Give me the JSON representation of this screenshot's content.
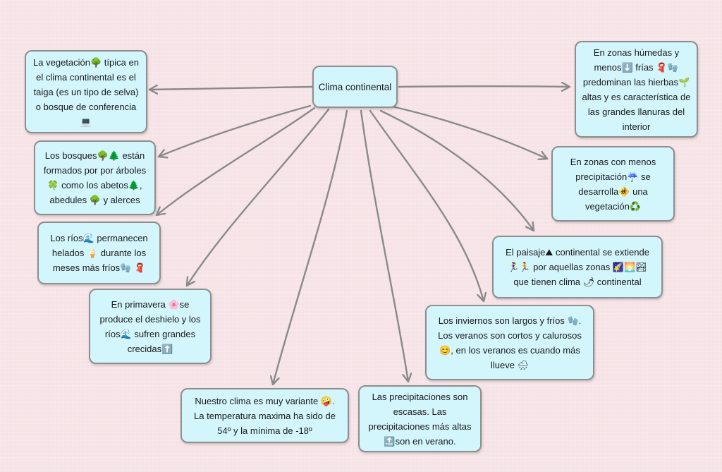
{
  "center": {
    "label": "Clima continental"
  },
  "nodes": [
    {
      "text": "La vegetación🌳 típica en\nel clima continental es el\ntaiga (es un tipo de selva)\no bosque de conferencia\n💻"
    },
    {
      "text": "Los bosques🌳🌲 están\nformados por por árboles\n🍀 como los abetos🌲,\nabedules 🌳 y alerces"
    },
    {
      "text": "Los ríos🌊 permanecen\nhelados 🍦 durante los\nmeses más fríos🧤 🧣"
    },
    {
      "text": "En primavera 🌸se\nproduce el deshielo y los\nríos🌊 sufren grandes\ncrecidas⬆️"
    },
    {
      "text": "Nuestro clima es muy variante 🤪.\nLa temperatura maxima ha sido de\n54º y la mínima de -18º"
    },
    {
      "text": "Las precipitaciones son\nescasas. Las\nprecipitaciones más altas\n🔝son en verano."
    },
    {
      "text": "Los inviernos son largos y fríos 🧤.\nLos veranos son cortos y calurosos\n😊, en los veranos es cuando más\nllueve 🌧"
    },
    {
      "text": "El paisaje⛰ continental se extiende\n🏃‍♀️🏃 por aquellas zonas 🌠🌅🏞\nque tienen clima 🌶 continental"
    },
    {
      "text": "En zonas con menos\nprecipitación☔️ se\ndesarrolla🚸 una\nvegetación♻️"
    },
    {
      "text": "En zonas húmedas y\nmenos⬇️ frías 🧣🧤\npredominan las hierbas🌱\naltas  y es característica de\nlas grandes llanuras del\ninterior"
    }
  ],
  "colors": {
    "background": "#f6e3e6",
    "node_fill": "#d3f5fc",
    "node_border": "#8e8e8e",
    "edge": "#8a8a8a"
  }
}
